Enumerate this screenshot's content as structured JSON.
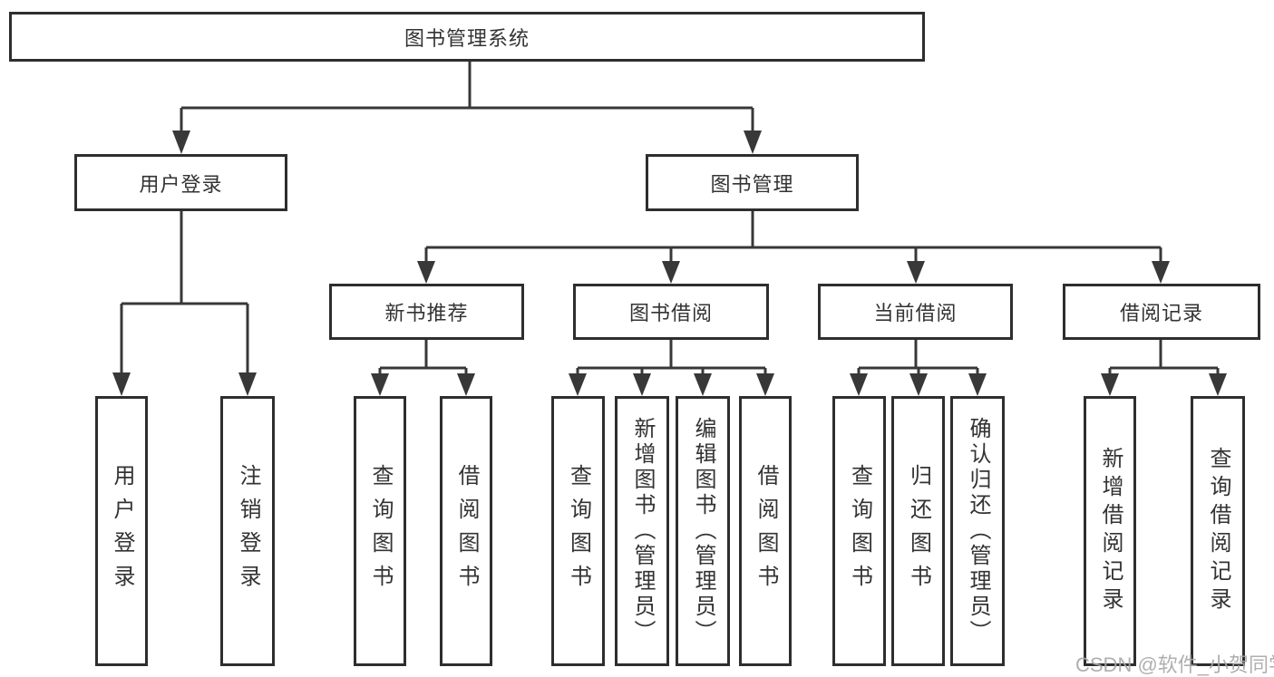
{
  "root": {
    "label": "图书管理系统"
  },
  "level1": {
    "user_login": {
      "label": "用户登录"
    },
    "book_mgmt": {
      "label": "图书管理"
    }
  },
  "level2": {
    "new_books": {
      "label": "新书推荐"
    },
    "book_borrow": {
      "label": "图书借阅"
    },
    "current_borrow": {
      "label": "当前借阅"
    },
    "borrow_records": {
      "label": "借阅记录"
    }
  },
  "leaves": {
    "user_login": [
      "用户登录",
      "注销登录"
    ],
    "new_books": [
      "查询图书",
      "借阅图书"
    ],
    "book_borrow": [
      "查询图书",
      "新增图书（管理员）",
      "编辑图书（管理员）",
      "借阅图书"
    ],
    "current_borrow": [
      "查询图书",
      "归还图书",
      "确认归还（管理员）"
    ],
    "borrow_records": [
      "新增借阅记录",
      "查询借阅记录"
    ]
  },
  "watermark": "CSDN @软件_小贺同学",
  "colors": {
    "line": "#383838",
    "border": "#2e2e2e",
    "text": "#333333",
    "watermark": "#a8a8a8"
  }
}
